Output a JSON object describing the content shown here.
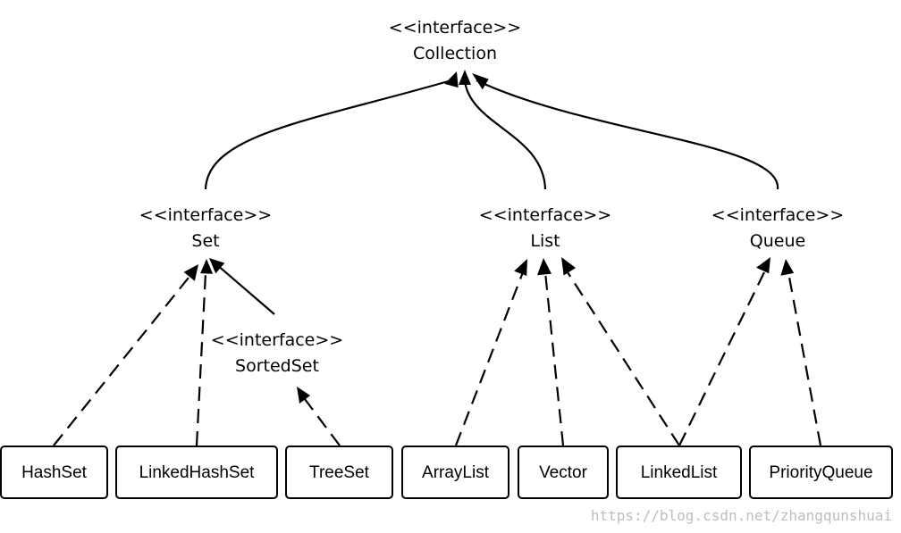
{
  "interfaces": {
    "collection": {
      "stereotype": "<<interface>>",
      "name": "Collection"
    },
    "set": {
      "stereotype": "<<interface>>",
      "name": "Set"
    },
    "sortedset": {
      "stereotype": "<<interface>>",
      "name": "SortedSet"
    },
    "list": {
      "stereotype": "<<interface>>",
      "name": "List"
    },
    "queue": {
      "stereotype": "<<interface>>",
      "name": "Queue"
    }
  },
  "classes": {
    "hashset": "HashSet",
    "linkedhashset": "LinkedHashSet",
    "treeset": "TreeSet",
    "arraylist": "ArrayList",
    "vector": "Vector",
    "linkedlist": "LinkedList",
    "priorityqueue": "PriorityQueue"
  },
  "relations": [
    {
      "from": "Set",
      "to": "Collection",
      "style": "solid"
    },
    {
      "from": "List",
      "to": "Collection",
      "style": "solid"
    },
    {
      "from": "Queue",
      "to": "Collection",
      "style": "solid"
    },
    {
      "from": "SortedSet",
      "to": "Set",
      "style": "solid"
    },
    {
      "from": "HashSet",
      "to": "Set",
      "style": "dashed"
    },
    {
      "from": "LinkedHashSet",
      "to": "Set",
      "style": "dashed"
    },
    {
      "from": "TreeSet",
      "to": "SortedSet",
      "style": "dashed"
    },
    {
      "from": "ArrayList",
      "to": "List",
      "style": "dashed"
    },
    {
      "from": "Vector",
      "to": "List",
      "style": "dashed"
    },
    {
      "from": "LinkedList",
      "to": "List",
      "style": "dashed"
    },
    {
      "from": "LinkedList",
      "to": "Queue",
      "style": "dashed"
    },
    {
      "from": "PriorityQueue",
      "to": "Queue",
      "style": "dashed"
    }
  ],
  "watermark": "https://blog.csdn.net/zhangqunshuai"
}
